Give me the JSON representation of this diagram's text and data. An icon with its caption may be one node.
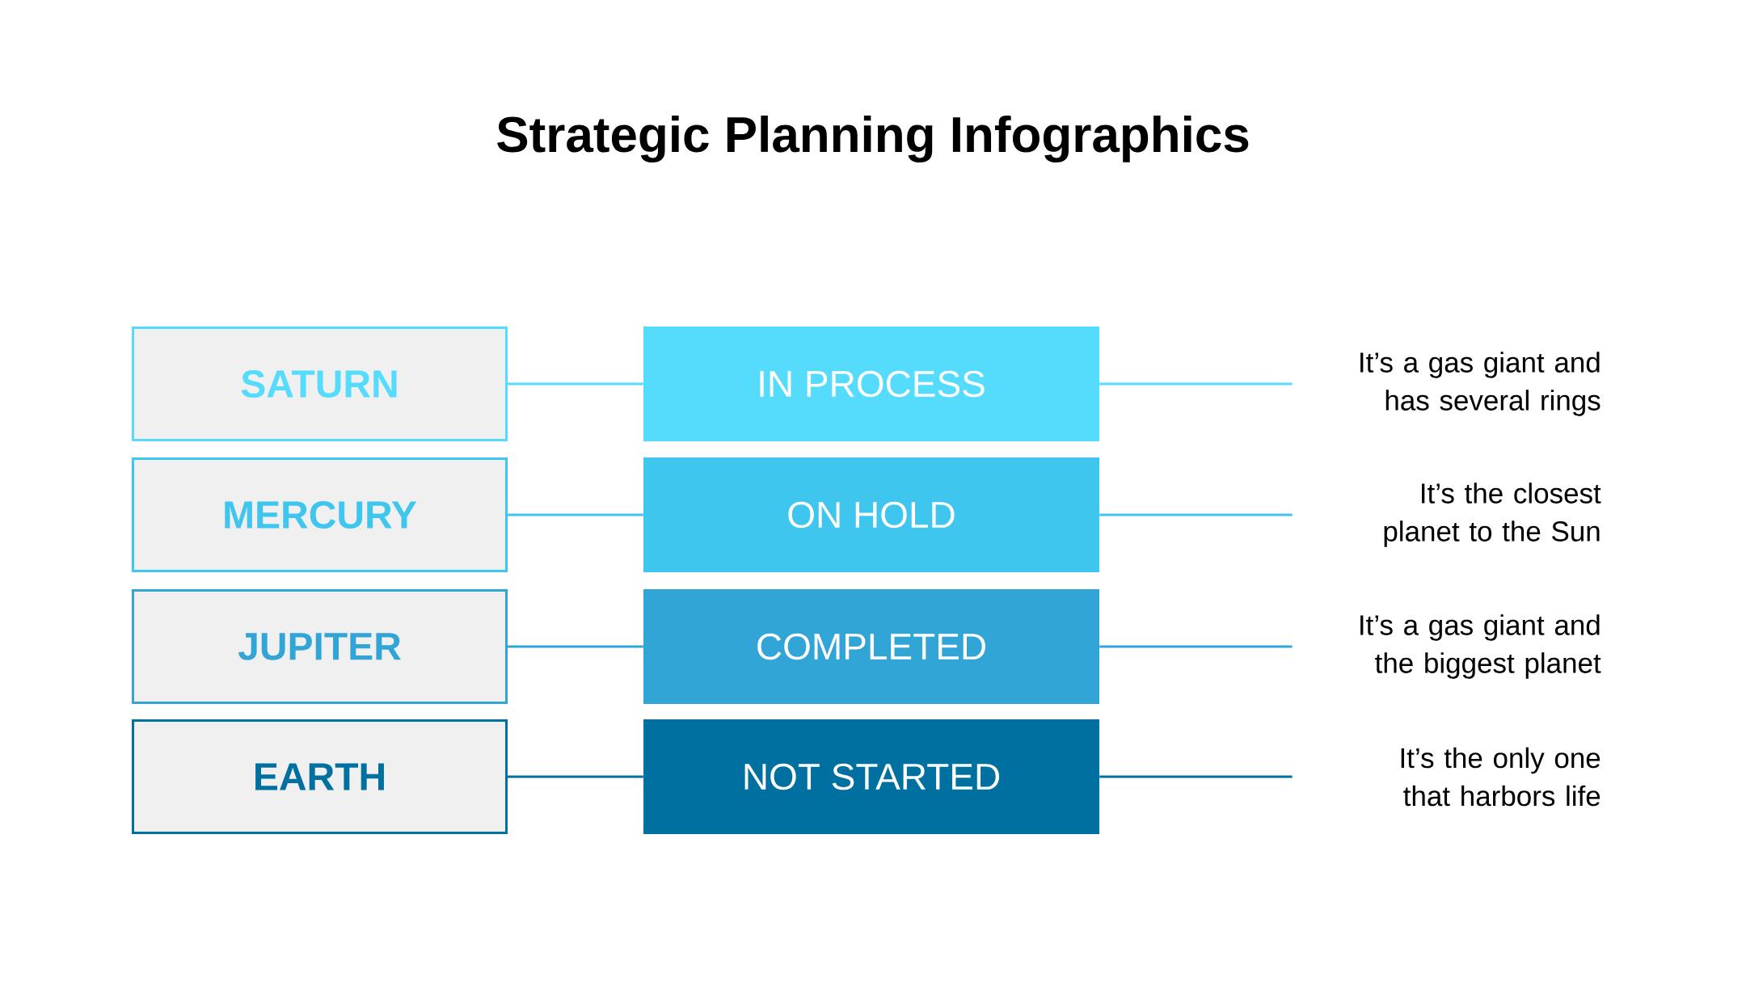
{
  "diagram": {
    "title": "Strategic Planning Infographics",
    "nodes": [
      {
        "text": [
          "SATURN"
        ]
      },
      {
        "text": [
          "MERCURY"
        ]
      },
      {
        "text": [
          "JUPITER"
        ]
      },
      {
        "text": [
          "EARTH"
        ]
      },
      {
        "text": [
          "IN PROCESS"
        ]
      },
      {
        "text": [
          "ON HOLD"
        ]
      },
      {
        "text": [
          "COMPLETED"
        ]
      },
      {
        "text": [
          "NOT STARTED"
        ]
      },
      {
        "text": [
          "It’s a gas giant and has several rings"
        ]
      },
      {
        "text": [
          "It’s the closest planet to the Sun"
        ]
      },
      {
        "text": [
          "It’s a gas giant and the biggest planet"
        ]
      },
      {
        "text": [
          "It’s the only one that harbors life"
        ]
      }
    ],
    "edges": [
      {
        "from": 0,
        "to": 4,
        "arrow": "none",
        "color": "#55dcfc"
      },
      {
        "from": 1,
        "to": 5,
        "arrow": "none",
        "color": "#3fc6ee"
      },
      {
        "from": 2,
        "to": 6,
        "arrow": "none",
        "color": "#31a5d6"
      },
      {
        "from": 3,
        "to": 7,
        "arrow": "none",
        "color": "#0070a0"
      },
      {
        "from": 4,
        "to": 8,
        "arrow": "none",
        "color": "#55dcfc"
      },
      {
        "from": 5,
        "to": 9,
        "arrow": "none",
        "color": "#3fc6ee"
      },
      {
        "from": 6,
        "to": 10,
        "arrow": "none",
        "color": "#31a5d6"
      },
      {
        "from": 7,
        "to": 11,
        "arrow": "none",
        "color": "#0070a0"
      }
    ]
  }
}
